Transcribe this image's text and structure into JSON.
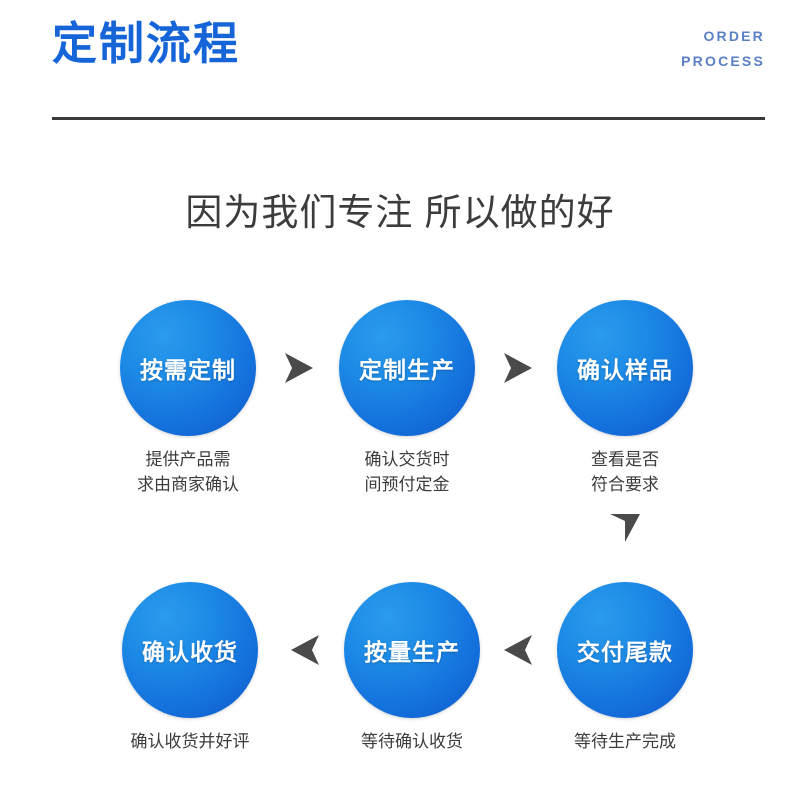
{
  "header": {
    "title": "定制流程",
    "subtitle_line1": "ORDER",
    "subtitle_line2": "PROCESS",
    "title_color": "#1565d8",
    "subtitle_color": "#5a7fc4",
    "rule_color": "#3a3a3a"
  },
  "tagline": "因为我们专注 所以做的好",
  "palette": {
    "circle_light": "#2b9bec",
    "circle_dark": "#0f57c6",
    "arrow": "#4a4a4a",
    "text_dark": "#3c3c3c",
    "label_text": "#ffffff"
  },
  "steps": [
    {
      "label": "按需定制",
      "caption_line1": "提供产品需",
      "caption_line2": "求由商家确认"
    },
    {
      "label": "定制生产",
      "caption_line1": "确认交货时",
      "caption_line2": "间预付定金"
    },
    {
      "label": "确认样品",
      "caption_line1": "查看是否",
      "caption_line2": "符合要求"
    },
    {
      "label": "交付尾款",
      "caption_line1": "等待生产完成",
      "caption_line2": ""
    },
    {
      "label": "按量生产",
      "caption_line1": "等待确认收货",
      "caption_line2": ""
    },
    {
      "label": "确认收货",
      "caption_line1": "确认收货并好评",
      "caption_line2": ""
    }
  ],
  "arrows": [
    {
      "direction": "right"
    },
    {
      "direction": "right"
    },
    {
      "direction": "down"
    },
    {
      "direction": "left"
    },
    {
      "direction": "left"
    }
  ]
}
